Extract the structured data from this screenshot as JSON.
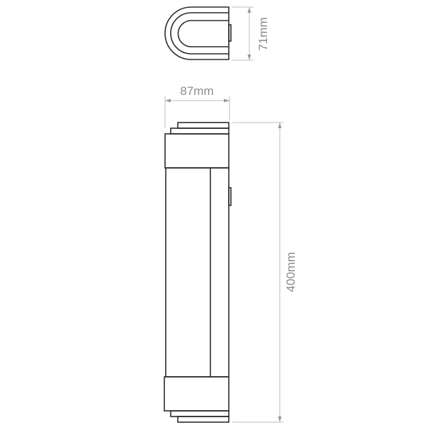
{
  "dimensions": {
    "depth": "71mm",
    "width": "87mm",
    "height": "400mm"
  }
}
